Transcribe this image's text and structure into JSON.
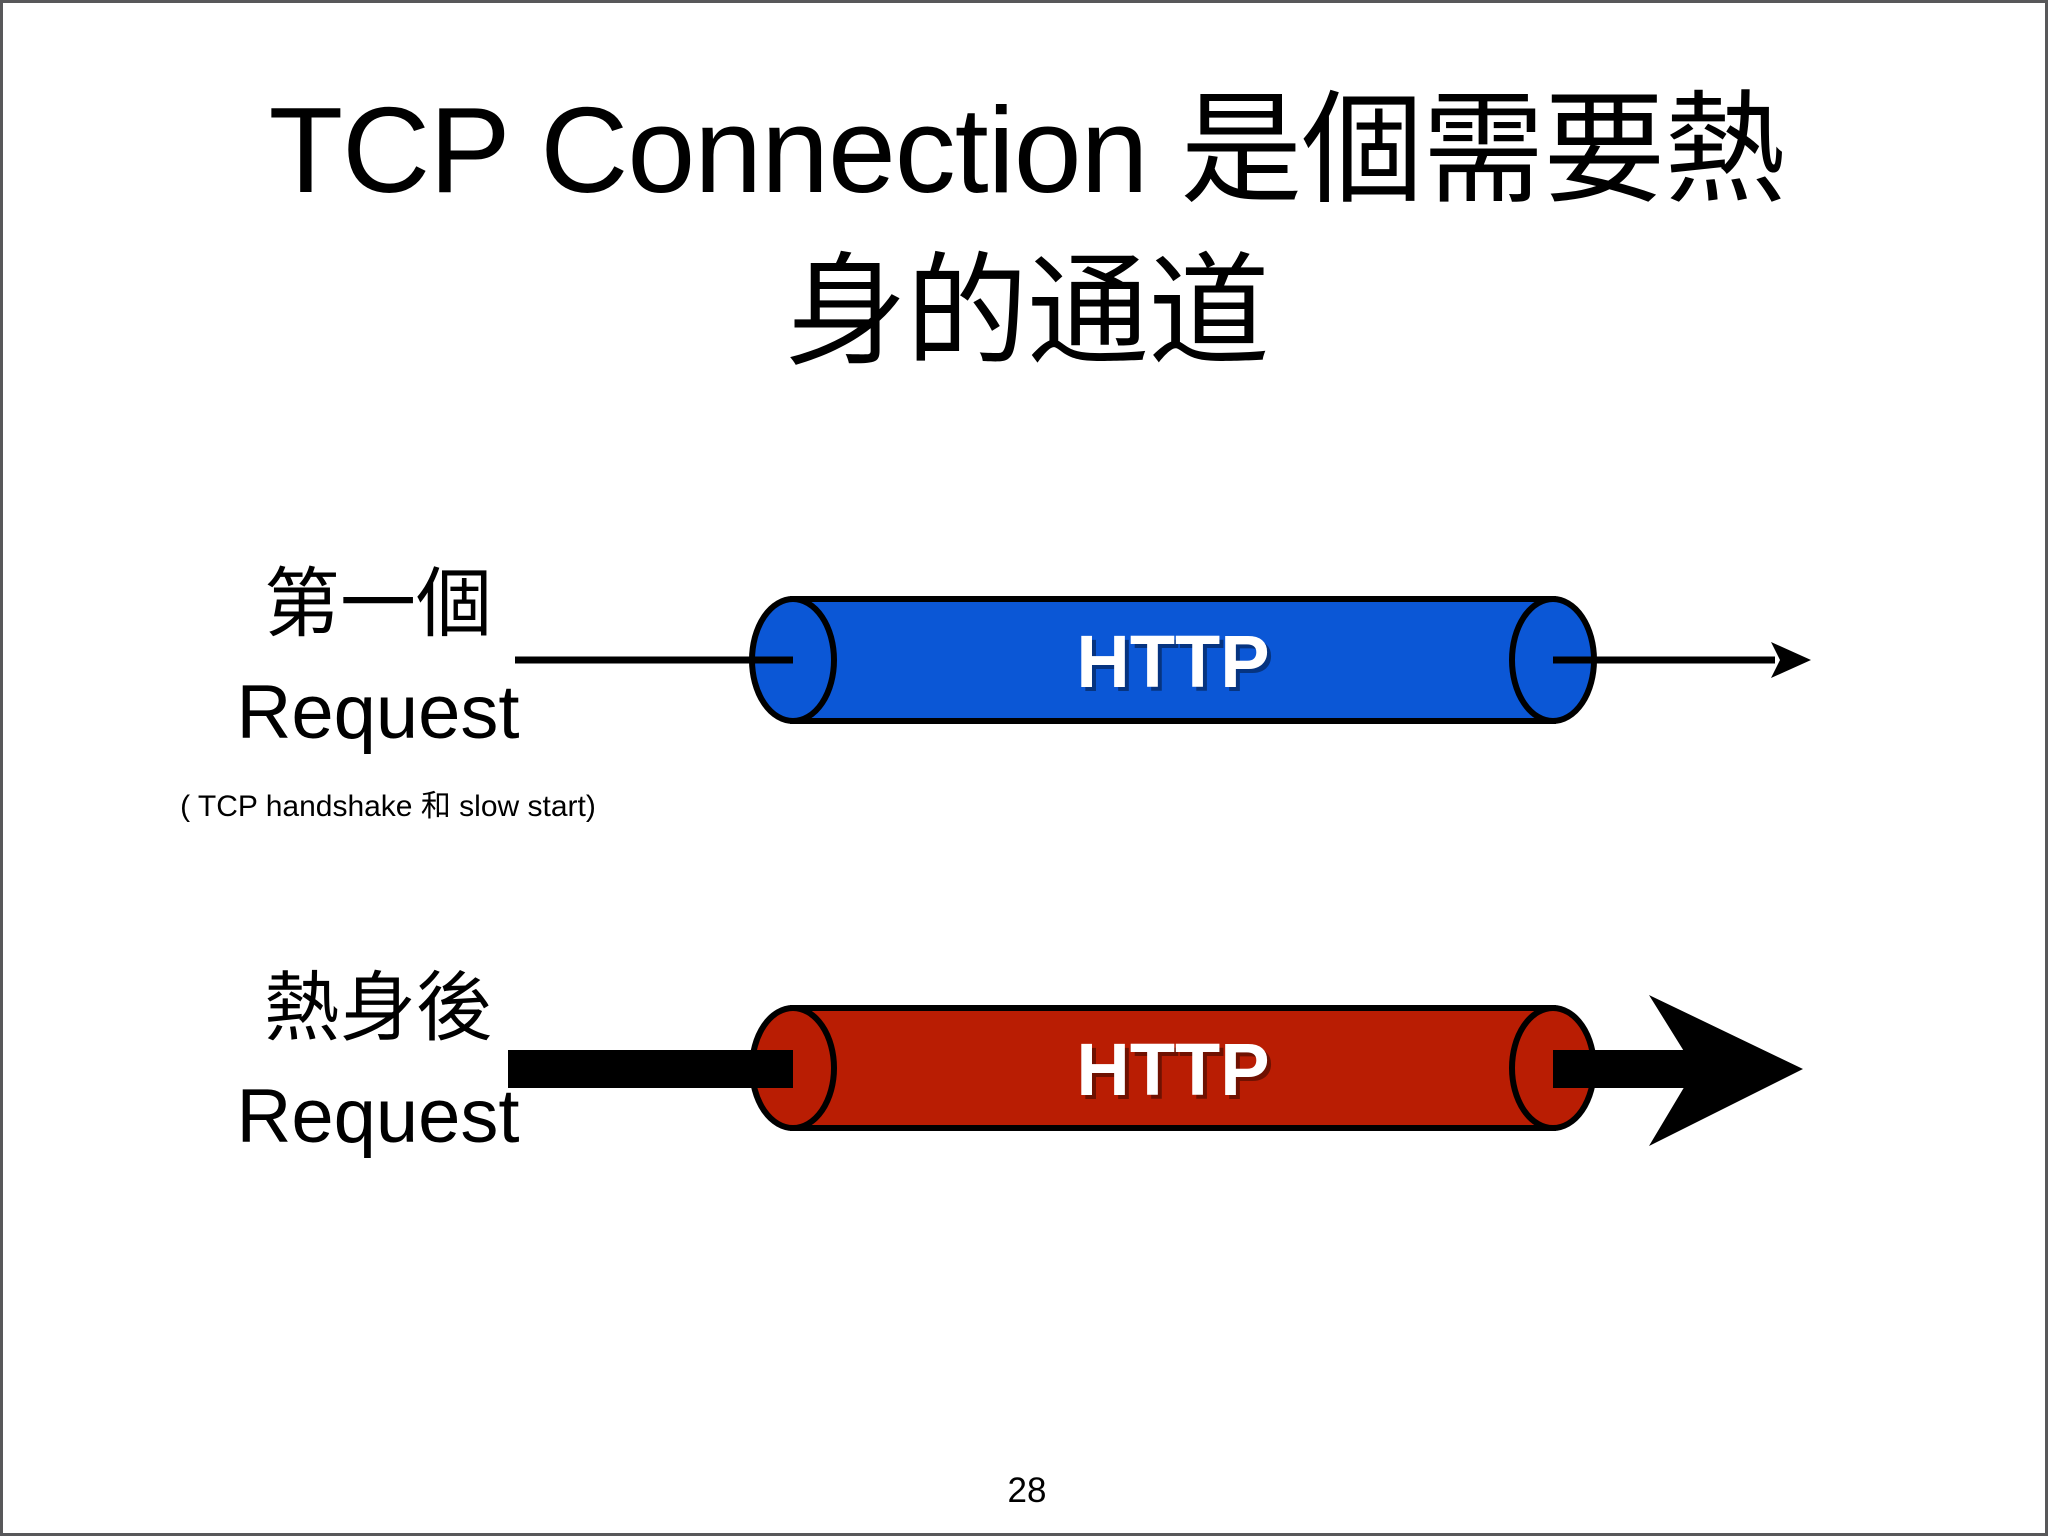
{
  "slide": {
    "title": {
      "line1": "TCP Connection 是個需要熱",
      "line2": "身的通道"
    },
    "page_number": "28"
  },
  "colors": {
    "blue_pipe": "#0b57d6",
    "red_pipe": "#b91d03",
    "arrow_black": "#000000",
    "pipe_label_text": "#ffffff"
  },
  "first_request": {
    "label_line1": "第一個",
    "label_line2": "Request",
    "caption": "( TCP handshake 和 slow start)",
    "pipe_label": "HTTP"
  },
  "warmed_request": {
    "label_line1": "熱身後",
    "label_line2": "Request",
    "pipe_label": "HTTP"
  }
}
